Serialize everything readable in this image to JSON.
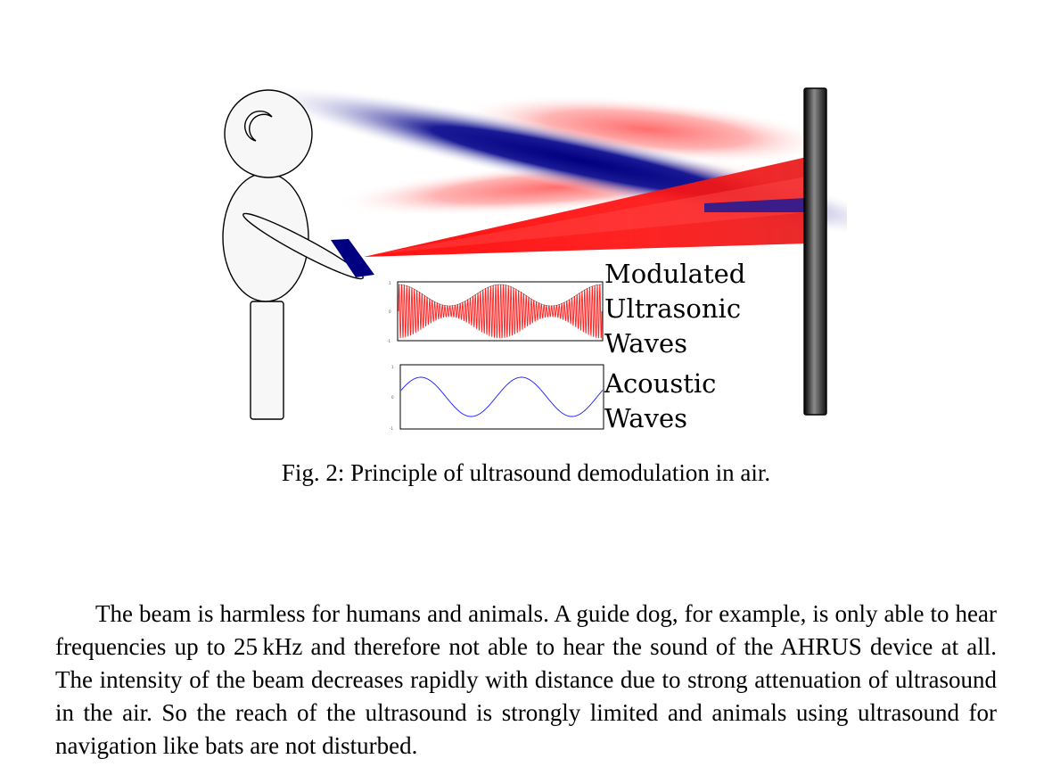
{
  "figure": {
    "labels": {
      "modulated": [
        "Modulated",
        "Ultrasonic",
        "Waves"
      ],
      "acoustic": [
        "Acoustic",
        "Waves"
      ]
    },
    "icons": [
      "person-icon",
      "ultrasound-emitter-icon",
      "reflecting-wall-icon"
    ],
    "colors": {
      "ultrasonic_beam": "#ff1a1a",
      "acoustic_beam": "#000080",
      "emitter": "#000080",
      "wall": "#1a1a1a"
    }
  },
  "caption": "Fig. 2: Principle of ultrasound demodulation in air.",
  "body": {
    "paragraph": "The beam is harmless for humans and animals. A guide dog, for example, is only able to hear frequencies up to 25 kHz and therefore not able to hear the sound of the AHRUS device at all. The intensity of the beam decreases rapidly with distance due to strong attenuation of ultrasound in the air. So the reach of the ultrasound is strongly limited and animals using ultrasound for navigation like bats are not disturbed."
  }
}
